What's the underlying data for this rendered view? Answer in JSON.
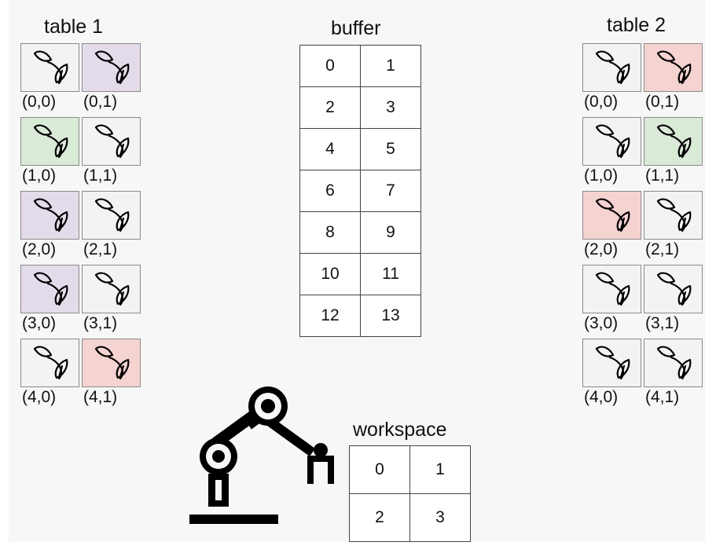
{
  "table1": {
    "title": "table 1",
    "cells": [
      {
        "label": "(0,0)",
        "color": "#f3f3f3"
      },
      {
        "label": "(0,1)",
        "color": "#e4dbea"
      },
      {
        "label": "(1,0)",
        "color": "#d9ead7"
      },
      {
        "label": "(1,1)",
        "color": "#f3f3f3"
      },
      {
        "label": "(2,0)",
        "color": "#e4dbea"
      },
      {
        "label": "(2,1)",
        "color": "#f3f3f3"
      },
      {
        "label": "(3,0)",
        "color": "#e4dbea"
      },
      {
        "label": "(3,1)",
        "color": "#f3f3f3"
      },
      {
        "label": "(4,0)",
        "color": "#f3f3f3"
      },
      {
        "label": "(4,1)",
        "color": "#f5d3d1"
      }
    ]
  },
  "table2": {
    "title": "table 2",
    "cells": [
      {
        "label": "(0,0)",
        "color": "#f3f3f3"
      },
      {
        "label": "(0,1)",
        "color": "#f5d3d1"
      },
      {
        "label": "(1,0)",
        "color": "#f3f3f3"
      },
      {
        "label": "(1,1)",
        "color": "#d9ead7"
      },
      {
        "label": "(2,0)",
        "color": "#f5d3d1"
      },
      {
        "label": "(2,1)",
        "color": "#f3f3f3"
      },
      {
        "label": "(3,0)",
        "color": "#f3f3f3"
      },
      {
        "label": "(3,1)",
        "color": "#f3f3f3"
      },
      {
        "label": "(4,0)",
        "color": "#f3f3f3"
      },
      {
        "label": "(4,1)",
        "color": "#f3f3f3"
      }
    ]
  },
  "buffer": {
    "title": "buffer",
    "rows": [
      [
        "0",
        "1"
      ],
      [
        "2",
        "3"
      ],
      [
        "4",
        "5"
      ],
      [
        "6",
        "7"
      ],
      [
        "8",
        "9"
      ],
      [
        "10",
        "11"
      ],
      [
        "12",
        "13"
      ]
    ]
  },
  "workspace": {
    "title": "workspace",
    "rows": [
      [
        "0",
        "1"
      ],
      [
        "2",
        "3"
      ]
    ]
  },
  "icons": {
    "cell_icon": "plant-sprout-icon",
    "robot": "robot-arm-icon"
  },
  "colors": {
    "purple": "#e4dbea",
    "green": "#d9ead7",
    "red": "#f5d3d1",
    "neutral": "#f3f3f3",
    "frame": "#6d7175"
  }
}
